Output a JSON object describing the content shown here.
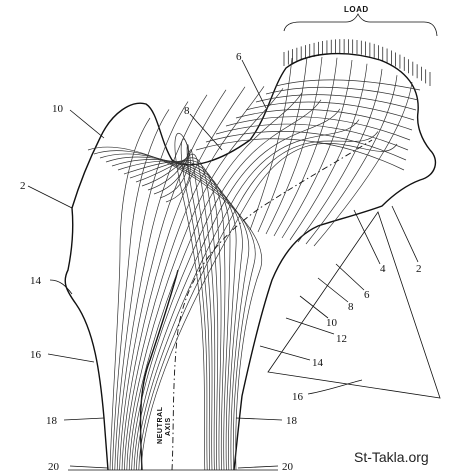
{
  "diagram": {
    "load_label": "LOAD",
    "neutral_axis_line1": "NEUTRAL",
    "neutral_axis_line2": "AXIS",
    "watermark": "St-Takla.org",
    "labels": {
      "top_6": "6",
      "left_10": "10",
      "top_8": "8",
      "left_2": "2",
      "left_14": "14",
      "left_16": "16",
      "left_18": "18",
      "bottom_20_left": "20",
      "right_4": "4",
      "right_2": "2",
      "right_6": "6",
      "right_8": "8",
      "right_10": "10",
      "right_12": "12",
      "right_14": "14",
      "right_16": "16",
      "right_18": "18",
      "bottom_20_right": "20"
    }
  }
}
